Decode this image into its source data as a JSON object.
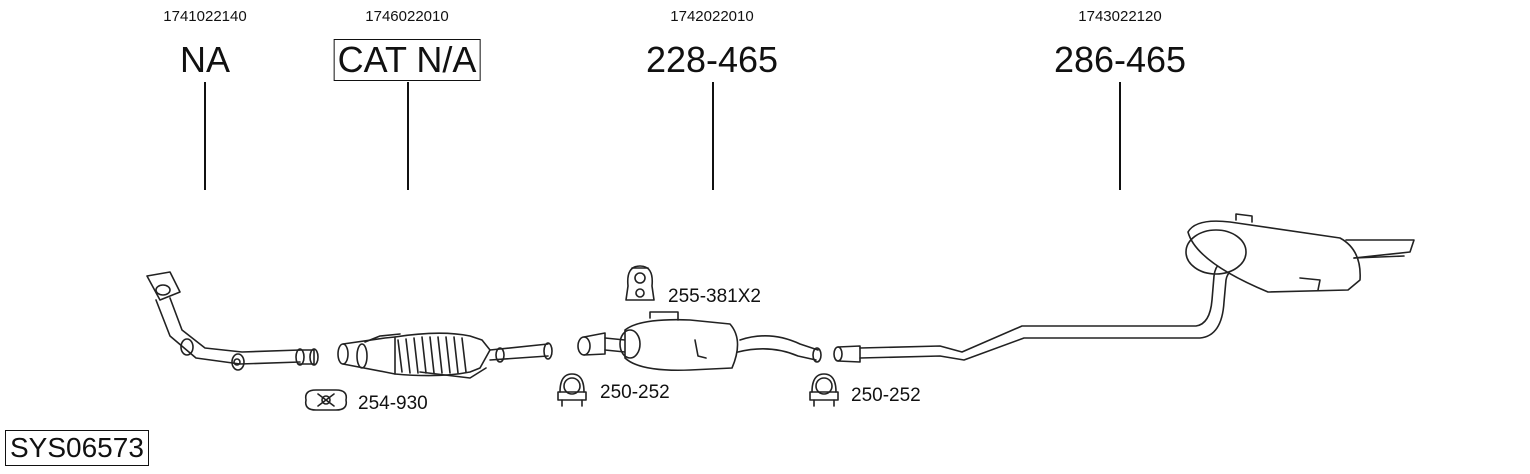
{
  "parts": [
    {
      "code": "1741022140",
      "number": "NA",
      "boxed": false
    },
    {
      "code": "1746022010",
      "number": "CAT N/A",
      "boxed": true
    },
    {
      "code": "1742022010",
      "number": "228-465",
      "boxed": false
    },
    {
      "code": "1743022120",
      "number": "286-465",
      "boxed": false
    }
  ],
  "accessories": [
    {
      "label": "255-381X2",
      "icon": "rubber-hanger-icon"
    },
    {
      "label": "254-930",
      "icon": "flange-clamp-icon"
    },
    {
      "label": "250-252",
      "icon": "u-bolt-clamp-icon"
    },
    {
      "label": "250-252",
      "icon": "u-bolt-clamp-icon"
    }
  ],
  "system_code": "SYS06573"
}
